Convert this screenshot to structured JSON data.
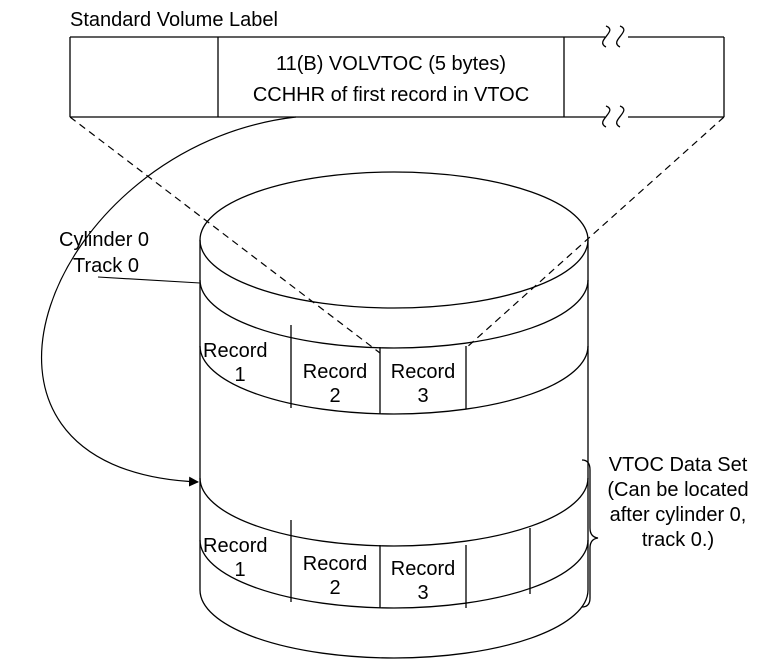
{
  "volume_label": {
    "title": "Standard Volume Label",
    "field_line1": "11(B) VOLVTOC (5 bytes)",
    "field_line2": "CCHHR of first record in VTOC"
  },
  "cylinder": {
    "location_line1": "Cylinder 0",
    "location_line2": "Track 0",
    "track0_records": [
      {
        "word": "Record",
        "num": "1"
      },
      {
        "word": "Record",
        "num": "2"
      },
      {
        "word": "Record",
        "num": "3"
      }
    ],
    "vtoc_records": [
      {
        "word": "Record",
        "num": "1"
      },
      {
        "word": "Record",
        "num": "2"
      },
      {
        "word": "Record",
        "num": "3"
      }
    ]
  },
  "vtoc_note": {
    "line1": "VTOC Data Set",
    "line2": "(Can be located",
    "line3": "after cylinder 0,",
    "line4": "track 0.)"
  }
}
